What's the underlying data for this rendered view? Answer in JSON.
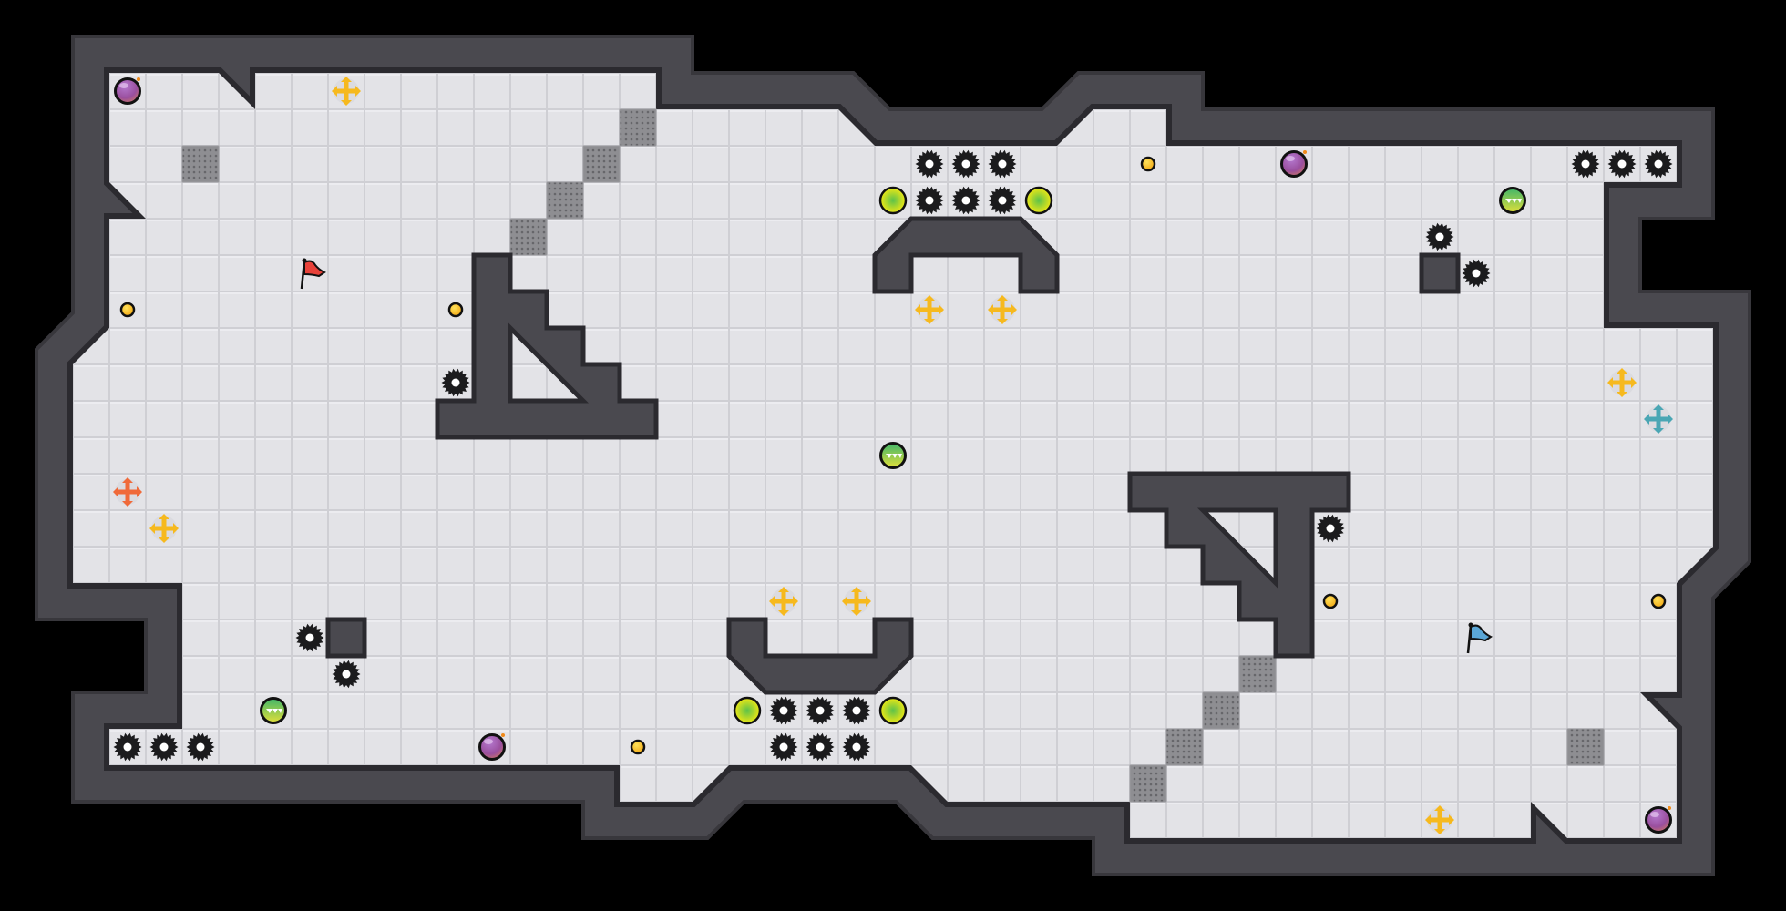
{
  "level": {
    "name": "tile-maze-level",
    "colors": {
      "background": "#000000",
      "wall": "#4a494f",
      "wall_edge": "#2b2a2f",
      "floor": "#e3e3e7",
      "floor_line": "#cfcfd4",
      "grate": "#8e8e92"
    }
  },
  "entities": {
    "bomb": {
      "count": 4,
      "color": "#9a4f9e"
    },
    "move_cross_yellow": {
      "count": 8,
      "color": "#f6b91e"
    },
    "move_cross_orange": {
      "count": 1,
      "color": "#f06a3a"
    },
    "move_cross_teal": {
      "count": 1,
      "color": "#4aa6b4"
    },
    "gear_spike": {
      "count": 24,
      "color": "#1b1b1d"
    },
    "energy_orb": {
      "count": 4,
      "color": "#d8e21c"
    },
    "shell_badge": {
      "count": 3,
      "color": "#4cbf5a"
    },
    "coin": {
      "count": 6,
      "color": "#f7c21a"
    },
    "flag_red": {
      "count": 1,
      "color": "#e8423a"
    },
    "flag_blue": {
      "count": 1,
      "color": "#5aa6d6"
    },
    "grate_tile": {
      "count": 10
    }
  }
}
